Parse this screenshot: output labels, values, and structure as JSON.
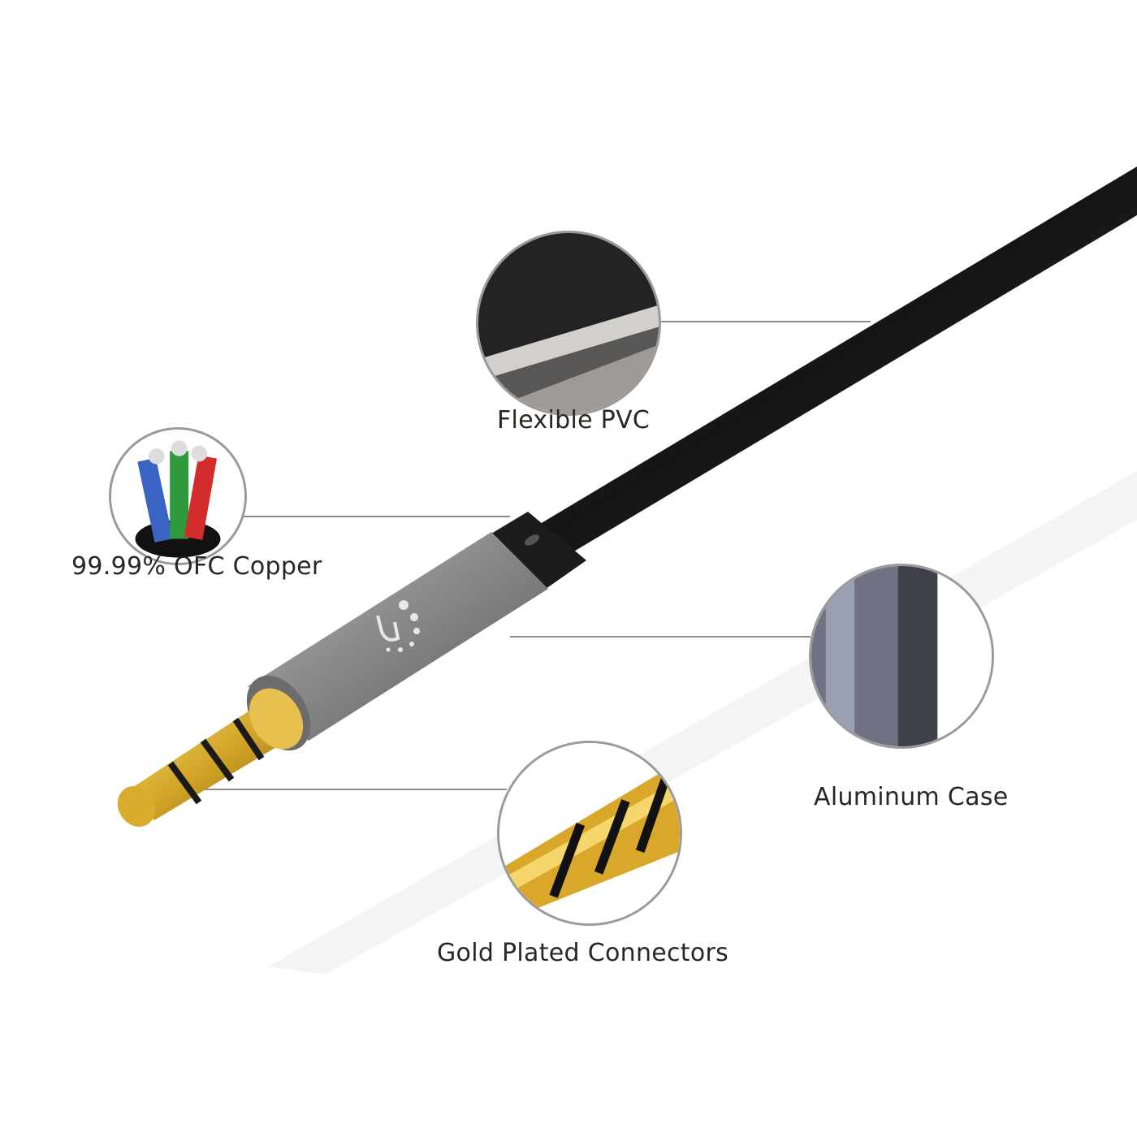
{
  "product": {
    "description": "3.5mm audio cable with gold plated 4-pole plug",
    "logo_icon": "brand-logo-dots"
  },
  "features": [
    {
      "id": "flexible-pvc",
      "label": "Flexible PVC",
      "icon": "pvc-jacket-closeup"
    },
    {
      "id": "ofc-copper",
      "label": "99.99% OFC Copper",
      "icon": "copper-wires-closeup"
    },
    {
      "id": "aluminum-case",
      "label": "Aluminum Case",
      "icon": "aluminum-housing-closeup"
    },
    {
      "id": "gold-connectors",
      "label": "Gold Plated Connectors",
      "icon": "gold-plug-closeup"
    }
  ],
  "colors": {
    "text": "#2a2622",
    "callout_border": "#9a9a9a",
    "leader_line": "#8c8c8c",
    "cable": "#1f1f1f",
    "aluminum": "#8e8e8e",
    "gold": "#d4a628"
  }
}
